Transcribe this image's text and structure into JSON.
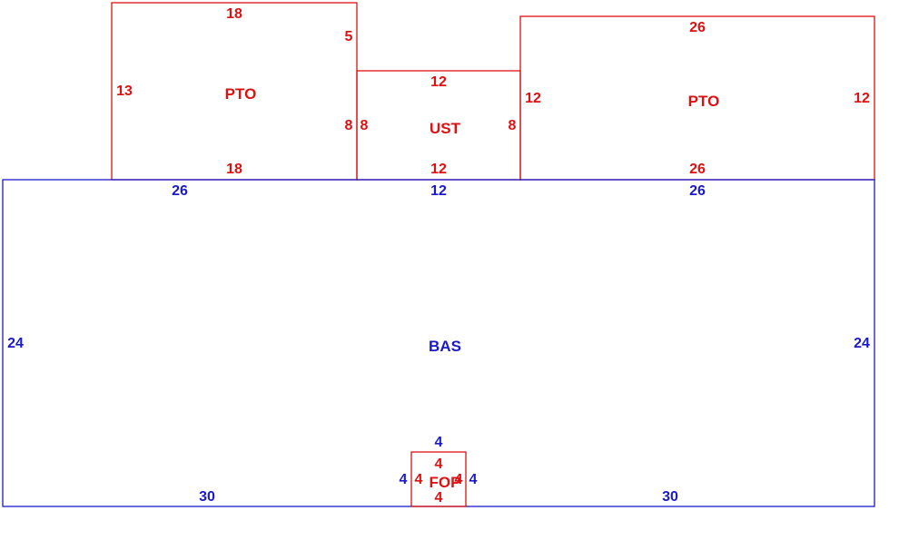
{
  "colors": {
    "main": "#1a1acc",
    "addition": "#dd1111"
  },
  "areas": {
    "pto_left": {
      "code": "PTO",
      "dims": {
        "top": "18",
        "bottom": "18",
        "left": "13",
        "right_top": "5",
        "right_bottom": "8"
      }
    },
    "ust": {
      "code": "UST",
      "dims": {
        "top": "12",
        "bottom": "12",
        "left": "8",
        "right": "8"
      }
    },
    "pto_right": {
      "code": "PTO",
      "dims": {
        "top": "26",
        "bottom": "26",
        "left": "12",
        "right": "12"
      }
    },
    "bas": {
      "code": "BAS",
      "dims": {
        "top_left": "26",
        "top_mid": "12",
        "top_right": "26",
        "left": "24",
        "right": "24",
        "bottom_left": "30",
        "bottom_right": "30",
        "notch_top": "4",
        "notch_left": "4",
        "notch_right": "4"
      }
    },
    "fop": {
      "code": "FOP",
      "dims": {
        "top": "4",
        "bottom": "4",
        "left": "4",
        "right": "4"
      }
    }
  }
}
